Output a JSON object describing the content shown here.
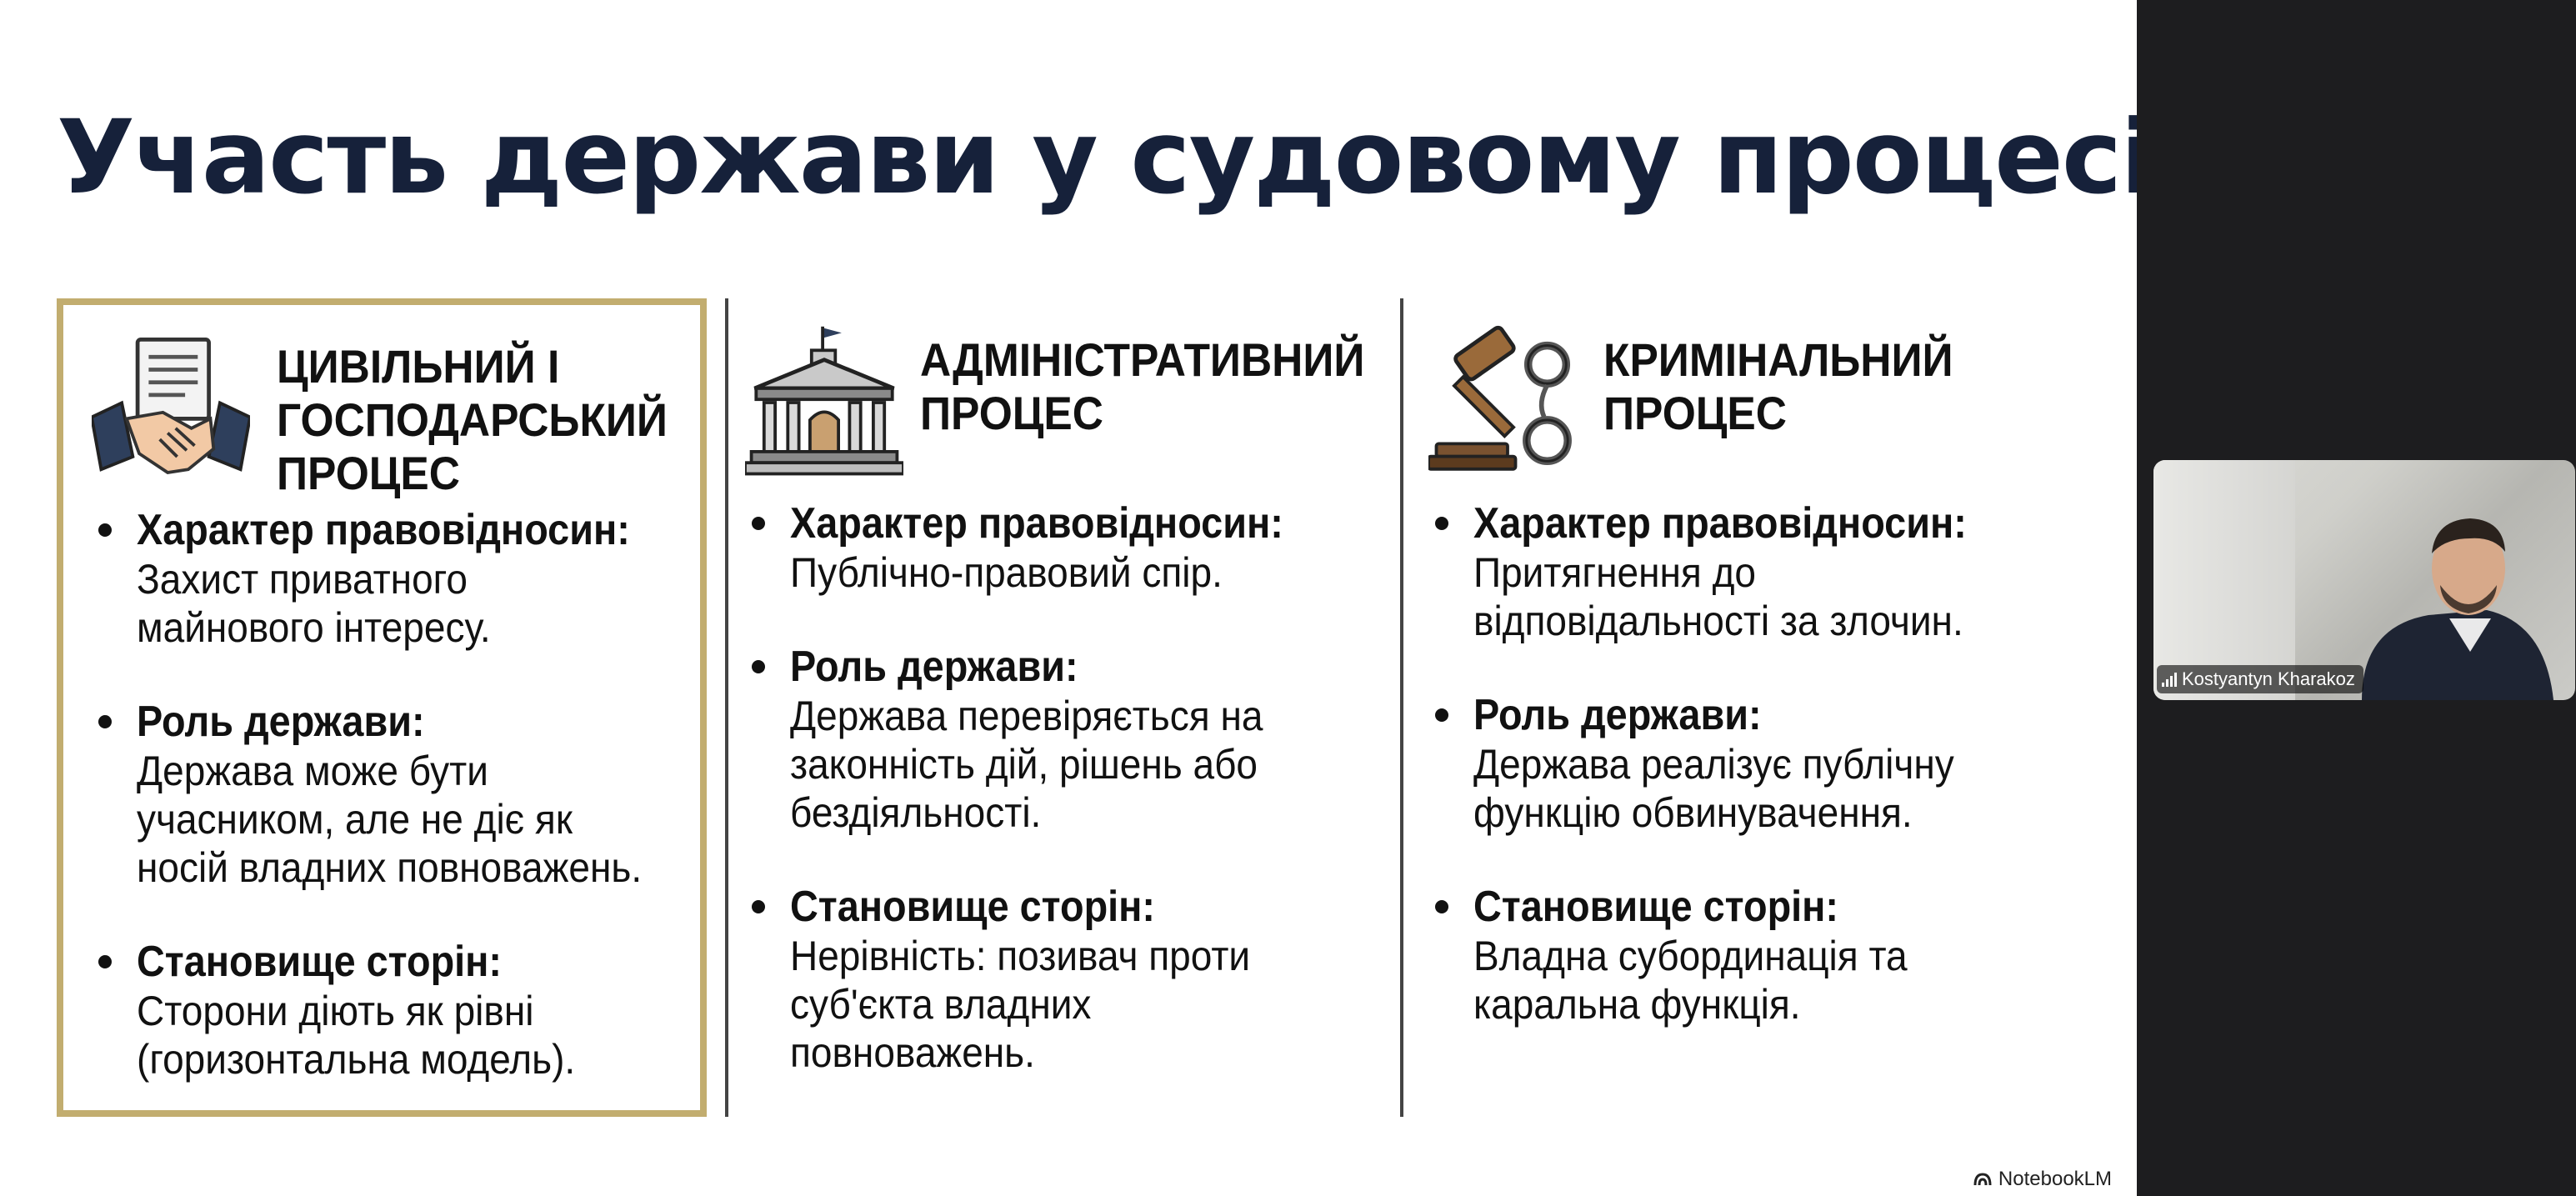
{
  "slide": {
    "title": "Участь держави у судовому процесі",
    "columns": [
      {
        "icon": "handshake-document-icon",
        "title_lines": [
          "ЦИВІЛЬНИЙ І",
          "ГОСПОДАРСЬКИЙ",
          "ПРОЦЕС"
        ],
        "highlighted": true,
        "bullets": [
          {
            "label": "Характер правовідносин:",
            "text": "Захист приватного\nмайнового інтересу."
          },
          {
            "label": "Роль держави:",
            "text": "Держава може бути\nучасником, але не діє як\nносій владних повноважень."
          },
          {
            "label": "Становище сторін:",
            "text": "Сторони діють як рівні\n(горизонтальна модель)."
          }
        ]
      },
      {
        "icon": "government-building-icon",
        "title_lines": [
          "АДМІНІСТРАТИВНИЙ",
          "ПРОЦЕС"
        ],
        "highlighted": false,
        "bullets": [
          {
            "label": "Характер правовідносин:",
            "text": "Публічно-правовий спір."
          },
          {
            "label": "Роль держави:",
            "text": "Держава перевіряється на\nзаконність дій, рішень або\nбездіяльності."
          },
          {
            "label": "Становище сторін:",
            "text": "Нерівність: позивач проти\nсуб'єкта владних\nповноважень."
          }
        ]
      },
      {
        "icon": "gavel-handcuffs-icon",
        "title_lines": [
          "КРИМІНАЛЬНИЙ",
          "ПРОЦЕС"
        ],
        "highlighted": false,
        "bullets": [
          {
            "label": "Характер правовідносин:",
            "text": "Притягнення до\nвідповідальності за злочин."
          },
          {
            "label": "Роль держави:",
            "text": "Держава реалізує публічну\nфункцію обвинувачення."
          },
          {
            "label": "Становище сторін:",
            "text": "Владна субординація та\nкаральна функція."
          }
        ]
      }
    ],
    "brand": "NotebookLM"
  },
  "video_tile": {
    "participant_name": "Kostyantyn Kharakoz",
    "icon": "signal-strength-icon"
  },
  "colors": {
    "title": "#16213a",
    "highlight_border": "#c2ad6f",
    "sidebar_background": "#1d1d1f"
  }
}
